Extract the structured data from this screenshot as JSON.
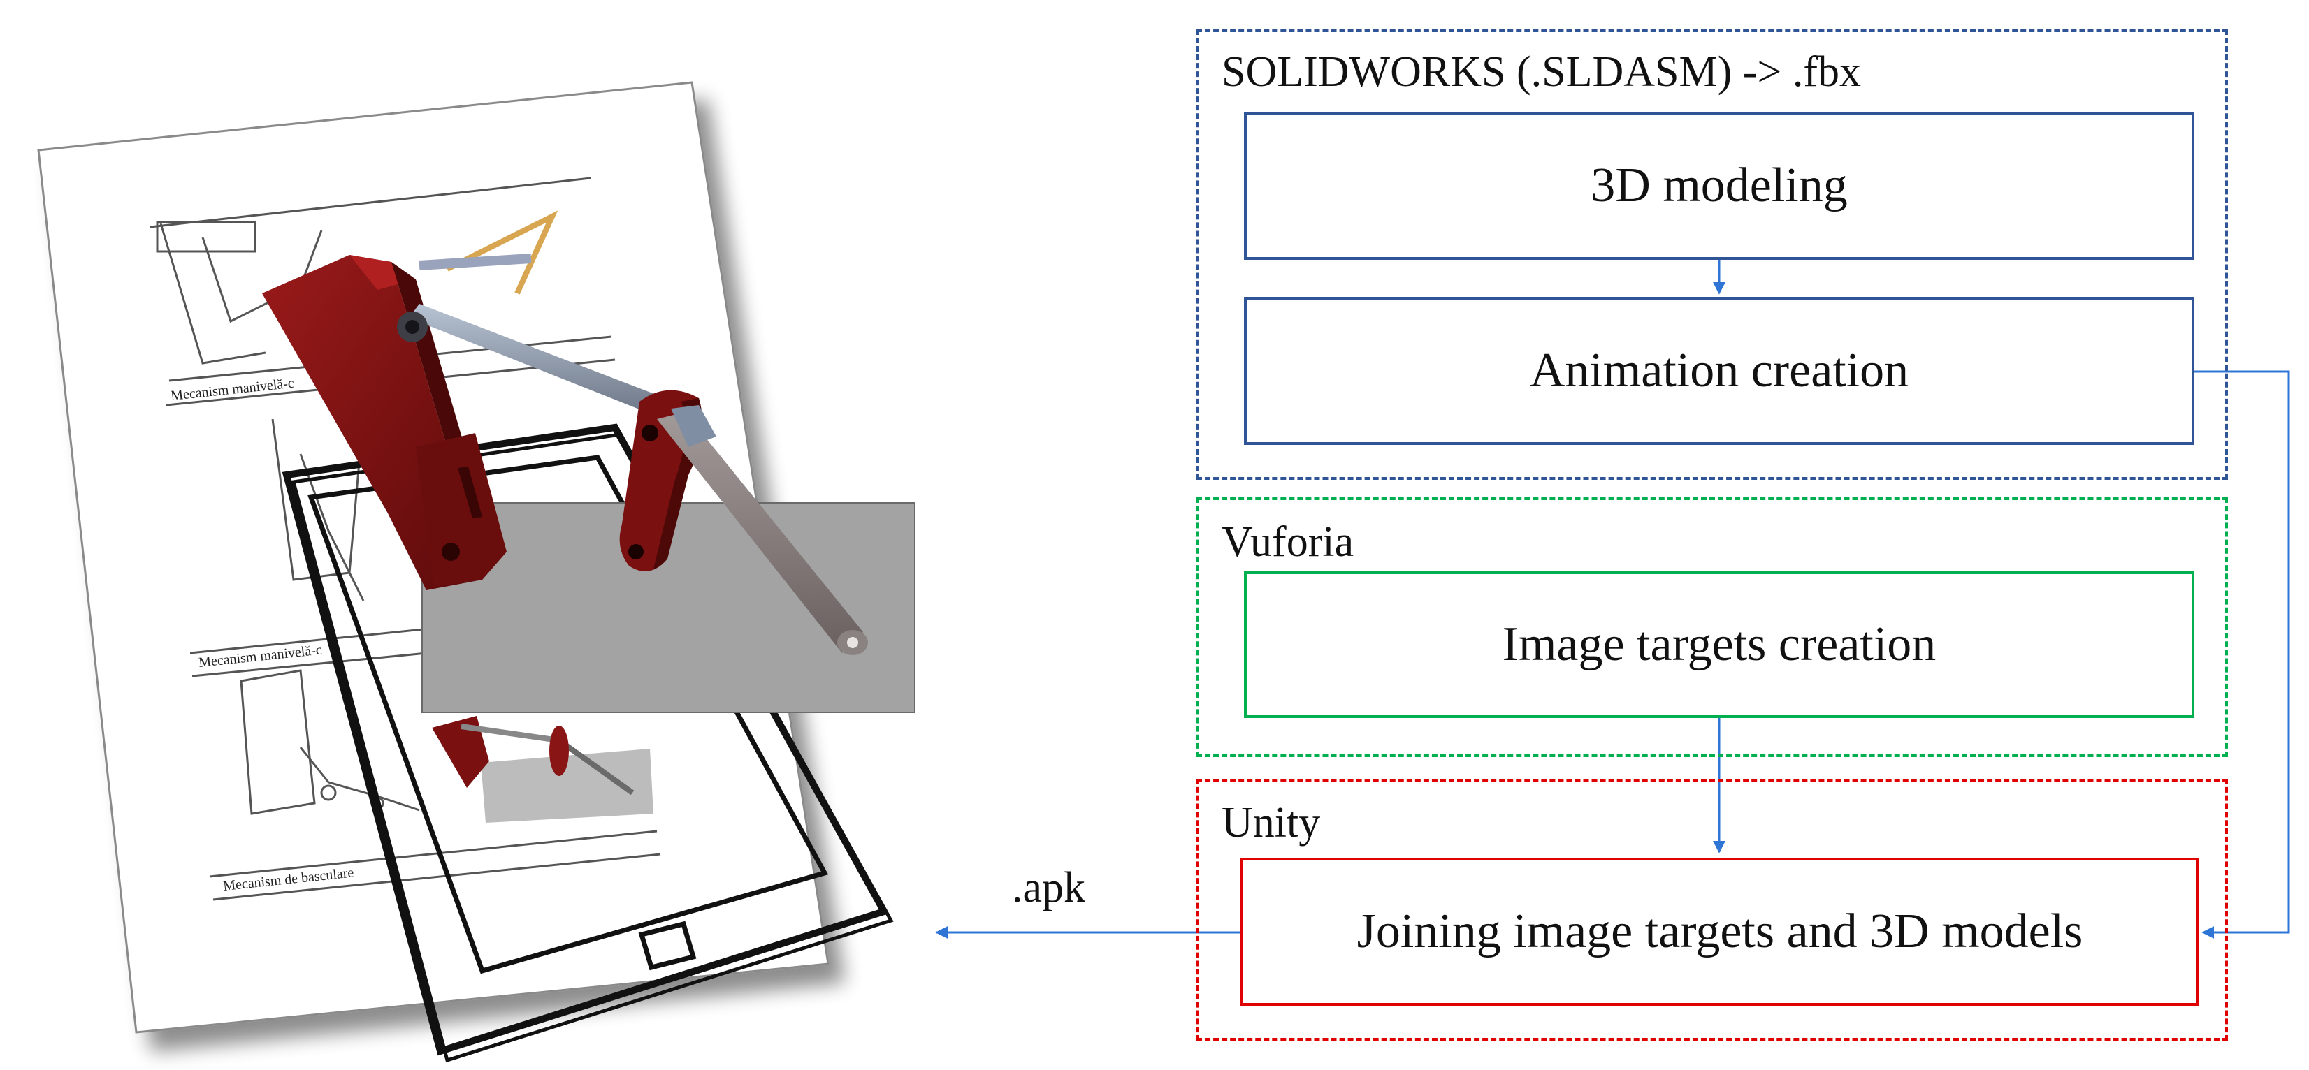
{
  "colors": {
    "solidworks": "#2f5597",
    "vuforia": "#00b050",
    "unity": "#e00000",
    "arrow": "#2e75d6",
    "mechanism_red": "#7a1010",
    "mechanism_rod": "#8a96a8",
    "ar_plane": "#a3a3a3"
  },
  "illustration": {
    "paper_captions": [
      "Mecanism manivelă-c",
      "Mecanism manivelă-c",
      "Mecanism de basculare"
    ]
  },
  "groups": [
    {
      "id": "solidworks",
      "label": "SOLIDWORKS (.SLDASM) -> .fbx",
      "steps": [
        "3D modeling",
        "Animation creation"
      ]
    },
    {
      "id": "vuforia",
      "label": "Vuforia",
      "steps": [
        "Image targets creation"
      ]
    },
    {
      "id": "unity",
      "label": "Unity",
      "steps": [
        "Joining image targets and 3D models"
      ]
    }
  ],
  "output": {
    "label": ".apk"
  }
}
